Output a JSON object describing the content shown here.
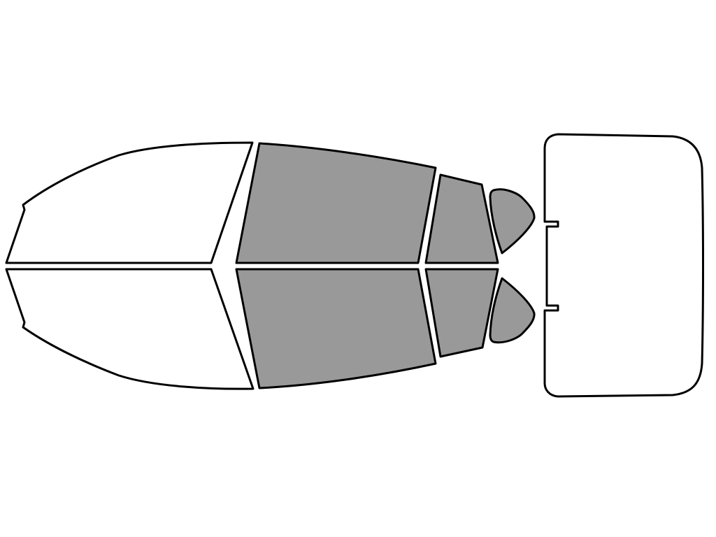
{
  "colors": {
    "background": "#ffffff",
    "outline": "#000000",
    "tinted": "#999999",
    "untinted": "#ffffff"
  },
  "panes": [
    {
      "id": "windshield-upper",
      "tinted": false
    },
    {
      "id": "windshield-lower",
      "tinted": false
    },
    {
      "id": "front-door-upper",
      "tinted": true
    },
    {
      "id": "front-door-lower",
      "tinted": true
    },
    {
      "id": "rear-door-upper",
      "tinted": true
    },
    {
      "id": "rear-door-lower",
      "tinted": true
    },
    {
      "id": "quarter-upper",
      "tinted": true
    },
    {
      "id": "quarter-lower",
      "tinted": true
    },
    {
      "id": "back-glass",
      "tinted": false
    }
  ]
}
